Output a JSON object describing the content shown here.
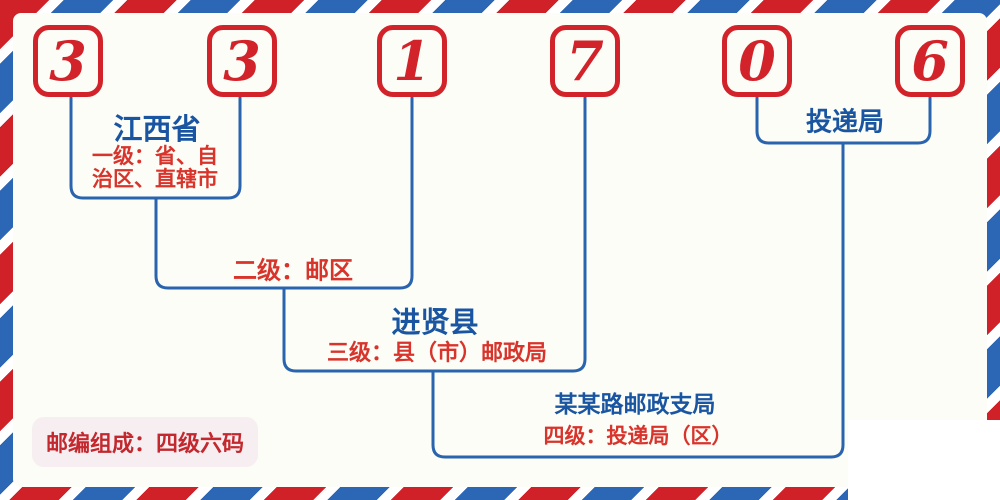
{
  "postal_code": {
    "digits": [
      "3",
      "3",
      "1",
      "7",
      "0",
      "6"
    ]
  },
  "annotations": {
    "level1": {
      "place": "江西省",
      "desc_line1": "一级：省、自",
      "desc_line2": "治区、直辖市"
    },
    "level2": {
      "desc": "二级：邮区"
    },
    "level3": {
      "place": "进贤县",
      "desc": "三级：县（市）邮政局"
    },
    "delivery": {
      "label": "投递局"
    },
    "level4": {
      "place": "某某路邮政支局",
      "desc": "四级：投递局（区）"
    }
  },
  "badge": {
    "text": "邮编组成：四级六码"
  },
  "colors": {
    "stripe_red": "#cf2127",
    "stripe_blue": "#2b67b4",
    "digit_red": "#d2232a",
    "line_blue": "#2a64ae",
    "heading_blue": "#1a55a2",
    "text_red": "#d8342c",
    "badge_bg": "#f6eef0",
    "badge_text_red": "#c2282e",
    "panel_bg": "#fbfdf6"
  }
}
